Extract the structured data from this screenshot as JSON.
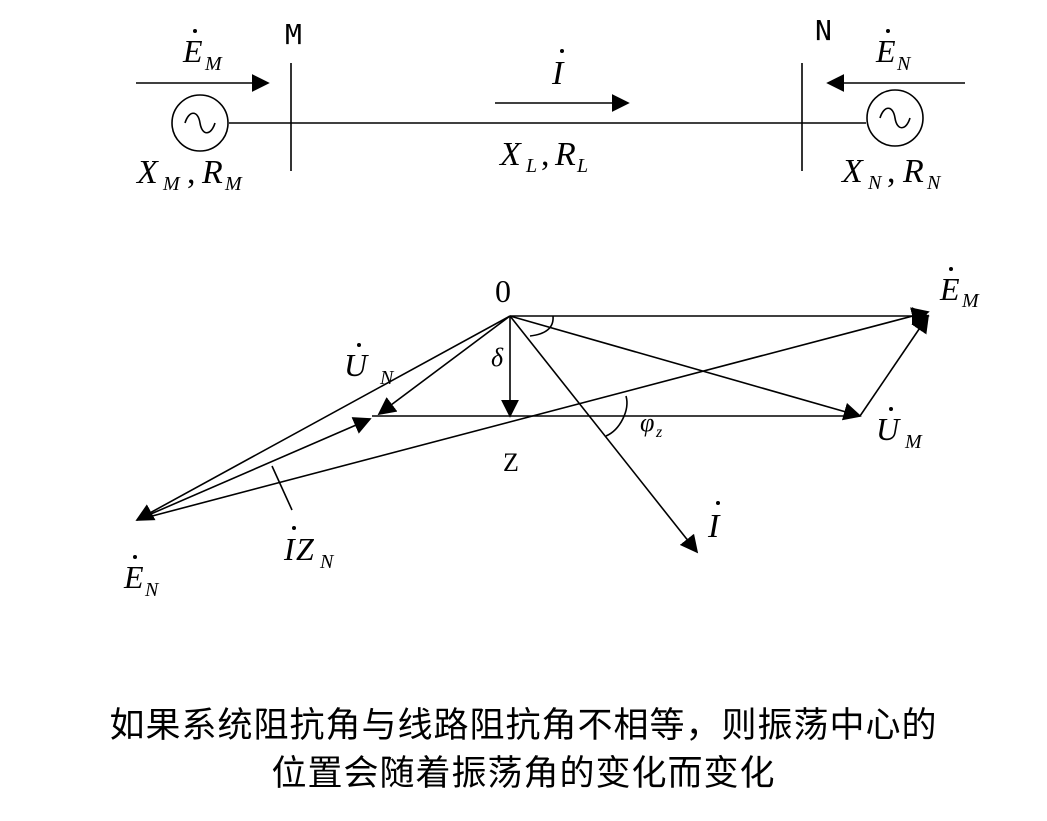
{
  "single_line": {
    "bus_m": "M",
    "bus_n": "N",
    "source_m_emf": "E",
    "source_m_emf_sub": "M",
    "source_n_emf": "E",
    "source_n_emf_sub": "N",
    "current": "I",
    "source_m_impedance": {
      "x": "X",
      "x_sub": "M",
      "r": "R",
      "r_sub": "M"
    },
    "line_impedance": {
      "x": "X",
      "x_sub": "L",
      "r": "R",
      "r_sub": "L"
    },
    "source_n_impedance": {
      "x": "X",
      "x_sub": "N",
      "r": "R",
      "r_sub": "N"
    },
    "generator_symbol": "~"
  },
  "phasor": {
    "origin": "0",
    "em": "E",
    "em_sub": "M",
    "en": "E",
    "en_sub": "N",
    "un": "U",
    "un_sub": "N",
    "um": "U",
    "um_sub": "M",
    "current": "I",
    "delta": "δ",
    "phi": "φ",
    "phi_sub": "z",
    "z": "Z",
    "izn": "I",
    "izn_z": "Z",
    "izn_sub": "N"
  },
  "caption": {
    "line1": "如果系统阻抗角与线路阻抗角不相等，则振荡中心的",
    "line2": "位置会随着振荡角的变化而变化"
  }
}
